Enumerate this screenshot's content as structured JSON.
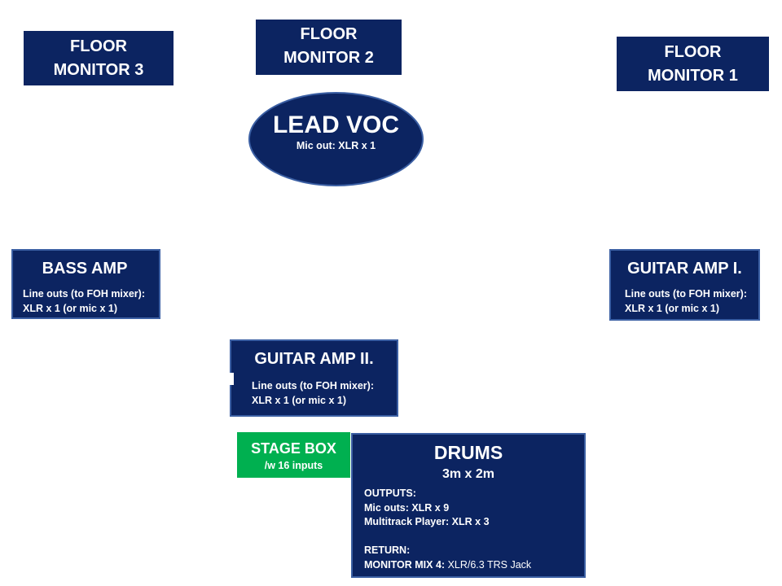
{
  "floor_monitors": {
    "mon3": {
      "line1": "FLOOR",
      "line2": "MONITOR 3"
    },
    "mon2": {
      "line1": "FLOOR",
      "line2": "MONITOR 2"
    },
    "mon1": {
      "line1": "FLOOR",
      "line2": "MONITOR 1"
    }
  },
  "lead_voc": {
    "title": "LEAD VOC",
    "detail": "Mic out: XLR x 1"
  },
  "bass_amp": {
    "title": "BASS AMP",
    "line1": "Line outs (to FOH mixer):",
    "line2": "XLR x 1 (or mic x 1)"
  },
  "guitar_amp_1": {
    "title": "GUITAR AMP I.",
    "line1": "Line outs (to FOH mixer):",
    "line2": "XLR x 1 (or mic x 1)"
  },
  "guitar_amp_2": {
    "title": "GUITAR AMP II.",
    "line1": "Line outs (to FOH mixer):",
    "line2": "XLR x 1 (or mic x 1)"
  },
  "stage_box": {
    "title": "STAGE BOX",
    "detail": "/w 16 inputs",
    "color": "#00b050"
  },
  "drums": {
    "title": "DRUMS",
    "size": "3m x 2m",
    "outputs_label": "OUTPUTS:",
    "mic_outs": "Mic outs: XLR x 9",
    "multitrack": "Multitrack Player: XLR x  3",
    "return_label": "RETURN:",
    "monitor_mix_label": "MONITOR MIX 4:",
    "monitor_mix_value": " XLR/6.3 TRS Jack"
  },
  "colors": {
    "box_fill": "#0c2461",
    "box_border": "#3b5fa3",
    "text": "#ffffff"
  }
}
